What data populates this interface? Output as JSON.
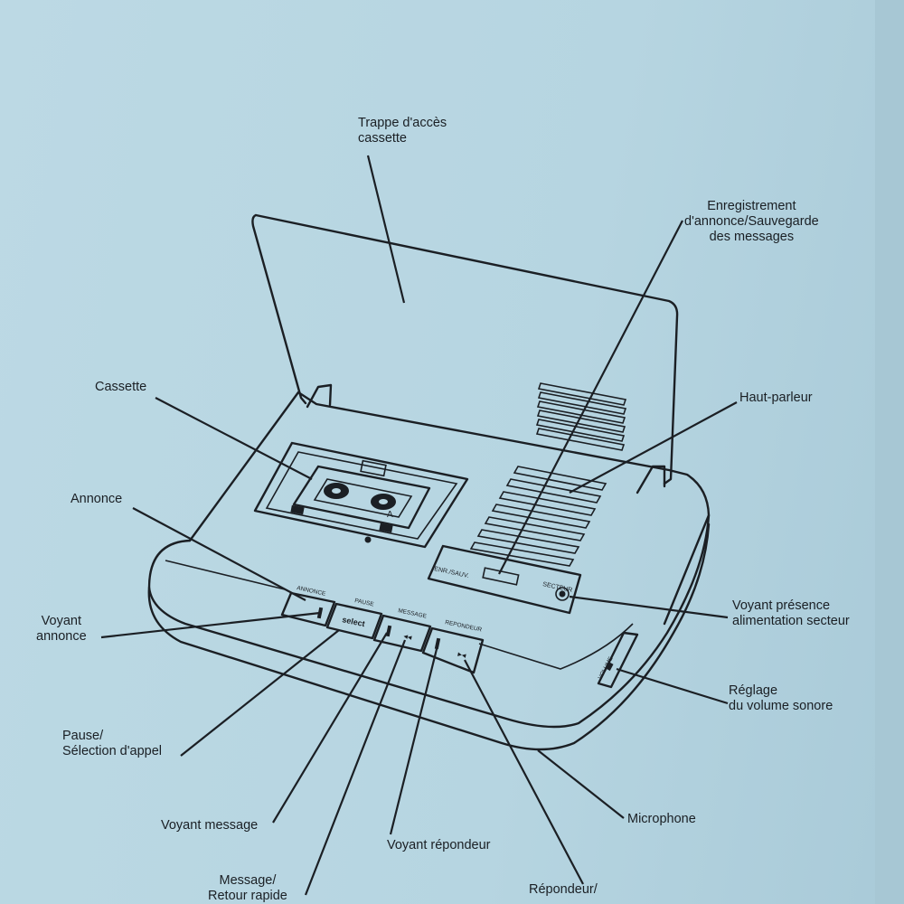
{
  "labels": {
    "trappe": [
      "Trappe d'accès",
      "cassette"
    ],
    "enregistrement": [
      "Enregistrement",
      "d'annonce/Sauvegarde",
      "des messages"
    ],
    "cassette": [
      "Cassette"
    ],
    "haut_parleur": [
      "Haut-parleur"
    ],
    "annonce": [
      "Annonce"
    ],
    "voyant_annonce": [
      "Voyant",
      "annonce"
    ],
    "voyant_presence": [
      "Voyant présence",
      "alimentation secteur"
    ],
    "reglage_volume": [
      "Réglage",
      "du volume sonore"
    ],
    "pause": [
      "Pause/",
      "Sélection d'appel"
    ],
    "voyant_message": [
      "Voyant message"
    ],
    "microphone": [
      "Microphone"
    ],
    "voyant_repondeur": [
      "Voyant répondeur"
    ],
    "message_retour": [
      "Message/",
      "Retour rapide"
    ],
    "repondeur": [
      "Répondeur/"
    ]
  },
  "device_markings": {
    "btn_annonce": "ANNONCE",
    "btn_pause": "PAUSE",
    "btn_message": "MESSAGE",
    "btn_repondeur": "REPONDEUR",
    "enr_sauv": "ENR./SAUV.",
    "secteur": "SECTEUR",
    "volume": "VOLUME",
    "cassette_side": "A"
  }
}
